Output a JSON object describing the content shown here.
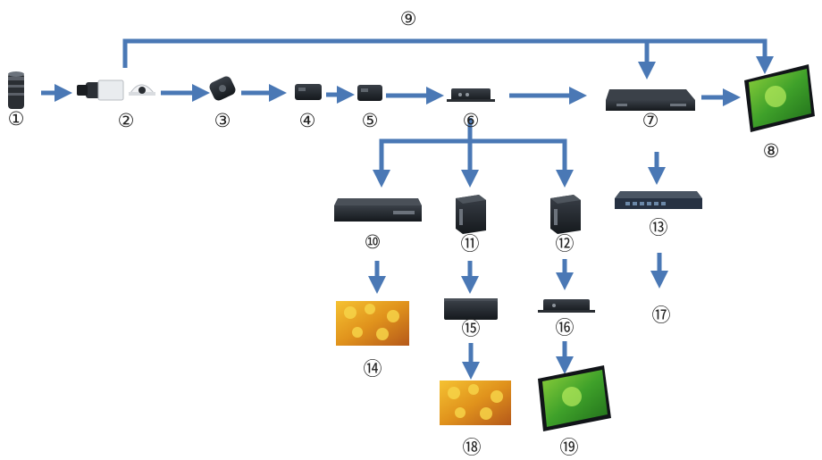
{
  "labels": {
    "n1": "①",
    "n2": "②",
    "n3": "③",
    "n4": "④",
    "n5": "⑤",
    "n6": "⑥",
    "n7": "⑦",
    "n8": "⑧",
    "n9": "⑨",
    "n10": "⑩",
    "n11": "⑪",
    "n12": "⑫",
    "n13": "⑬",
    "n14": "⑭",
    "n15": "⑮",
    "n16": "⑯",
    "n17": "⑰",
    "n18": "⑱",
    "n19": "⑲"
  },
  "colors": {
    "arrow": "#4a78b5",
    "device_dark": "#1f242a",
    "screen_green": "#3fa12a",
    "screen_flowers": "#e0921c"
  },
  "icons": {
    "n1": "camera-lens-icon",
    "n2": "cameras-icon",
    "n3": "transceiver-icon",
    "n4": "media-converter-icon",
    "n5": "media-converter-icon",
    "n6": "encoder-box-icon",
    "n7": "nvr-icon",
    "n8": "monitor-icon",
    "n10": "server-icon",
    "n11": "pc-tower-icon",
    "n12": "pc-tower-icon",
    "n13": "network-switch-icon",
    "n14": "display-icon",
    "n15": "decoder-box-icon",
    "n16": "decoder-box-icon",
    "n18": "display-icon",
    "n19": "monitor-icon"
  }
}
